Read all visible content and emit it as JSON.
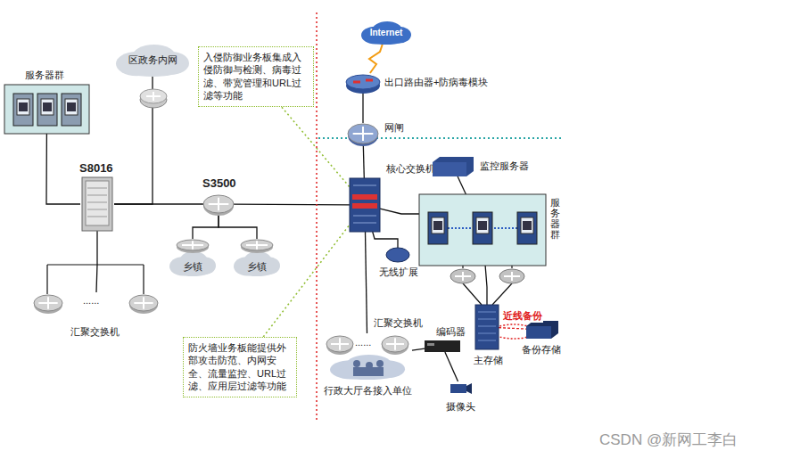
{
  "diagram": {
    "nodes": [
      {
        "text": [
          "服务器群"
        ]
      },
      {
        "text": [
          "区政务内网"
        ]
      },
      {
        "text": [
          "S8016"
        ]
      },
      {
        "text": [
          "S3500"
        ]
      },
      {
        "text": [
          "乡镇"
        ]
      },
      {
        "text": [
          "乡镇"
        ]
      },
      {
        "text": [
          "汇聚交换机"
        ]
      },
      {
        "text": [
          "Internet"
        ]
      },
      {
        "text": [
          "出口路由器+防病毒模块"
        ]
      },
      {
        "text": [
          "网闸"
        ]
      },
      {
        "text": [
          "核心交换机"
        ]
      },
      {
        "text": [
          "监控服务器"
        ]
      },
      {
        "text": [
          "服务器群"
        ]
      },
      {
        "text": [
          "无线扩展"
        ]
      },
      {
        "text": [
          "汇聚交换机",
          "行政大厅各接入单位"
        ]
      },
      {
        "text": [
          "编码器"
        ]
      },
      {
        "text": [
          "摄像头"
        ]
      },
      {
        "text": [
          "主存储"
        ]
      },
      {
        "text": [
          "备份存储"
        ]
      },
      {
        "text": [
          "入侵防御业务板集成入侵防御与检测、病毒过滤、带宽管理和URL过滤等功能"
        ]
      },
      {
        "text": [
          "防火墙业务板能提供外部攻击防范、内网安全、流量监控、URL过滤、应用层过滤等功能"
        ]
      }
    ],
    "edges": [
      {
        "from": 0,
        "to": 2,
        "arrow": "none"
      },
      {
        "from": 1,
        "to": 2,
        "arrow": "none"
      },
      {
        "from": 2,
        "to": 3,
        "arrow": "none"
      },
      {
        "from": 3,
        "to": 10,
        "arrow": "none"
      },
      {
        "from": 3,
        "to": 4,
        "arrow": "none"
      },
      {
        "from": 3,
        "to": 5,
        "arrow": "none"
      },
      {
        "from": 2,
        "to": 6,
        "arrow": "none"
      },
      {
        "from": 7,
        "to": 8,
        "arrow": "none"
      },
      {
        "from": 8,
        "to": 9,
        "arrow": "none"
      },
      {
        "from": 9,
        "to": 10,
        "arrow": "none"
      },
      {
        "from": 11,
        "to": 12,
        "arrow": "none"
      },
      {
        "from": 10,
        "to": 12,
        "arrow": "none"
      },
      {
        "from": 10,
        "to": 13,
        "arrow": "none"
      },
      {
        "from": 10,
        "to": 14,
        "arrow": "none"
      },
      {
        "from": 14,
        "to": 15,
        "arrow": "none"
      },
      {
        "from": 15,
        "to": 16,
        "arrow": "none"
      },
      {
        "from": 12,
        "to": 17,
        "arrow": "none"
      },
      {
        "from": 17,
        "to": 18,
        "label": "近线备份",
        "arrow": "none"
      },
      {
        "from": 19,
        "to": 10,
        "arrow": "none"
      },
      {
        "from": 20,
        "to": 10,
        "arrow": "none"
      }
    ],
    "labels": [
      "......",
      "......",
      "CSDN @新网工李白"
    ]
  }
}
